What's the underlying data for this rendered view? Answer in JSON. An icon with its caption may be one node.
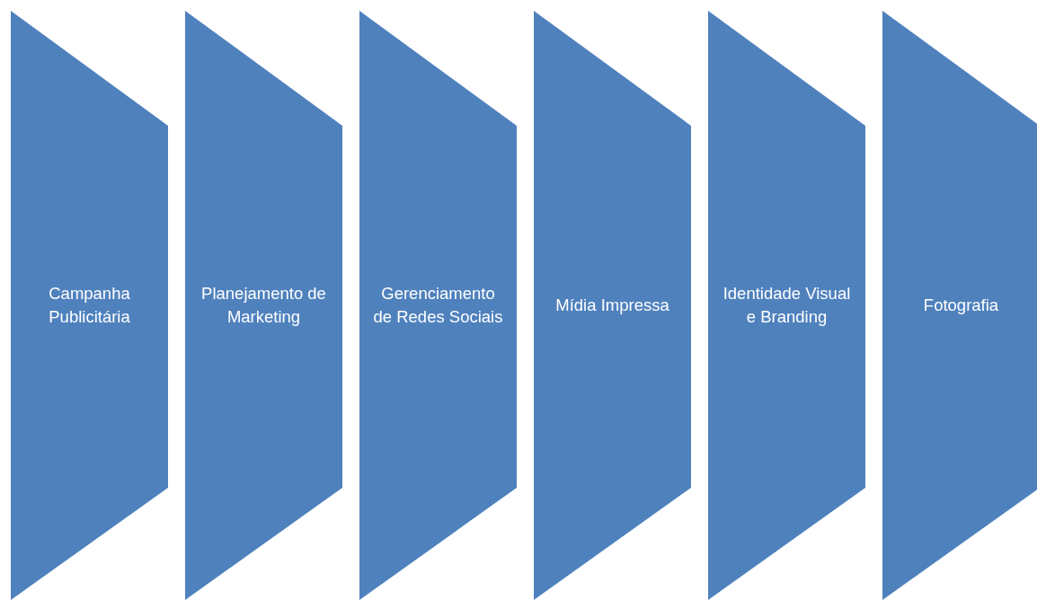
{
  "diagram": {
    "nodes": [
      {
        "text": [
          "Campanha Publicitária"
        ]
      },
      {
        "text": [
          "Planejamento de Marketing"
        ]
      },
      {
        "text": [
          "Gerenciamento de Redes Sociais"
        ]
      },
      {
        "text": [
          "Mídia Impressa"
        ]
      },
      {
        "text": [
          "Identidade Visual e Branding"
        ]
      },
      {
        "text": [
          "Fotografia"
        ]
      }
    ]
  }
}
